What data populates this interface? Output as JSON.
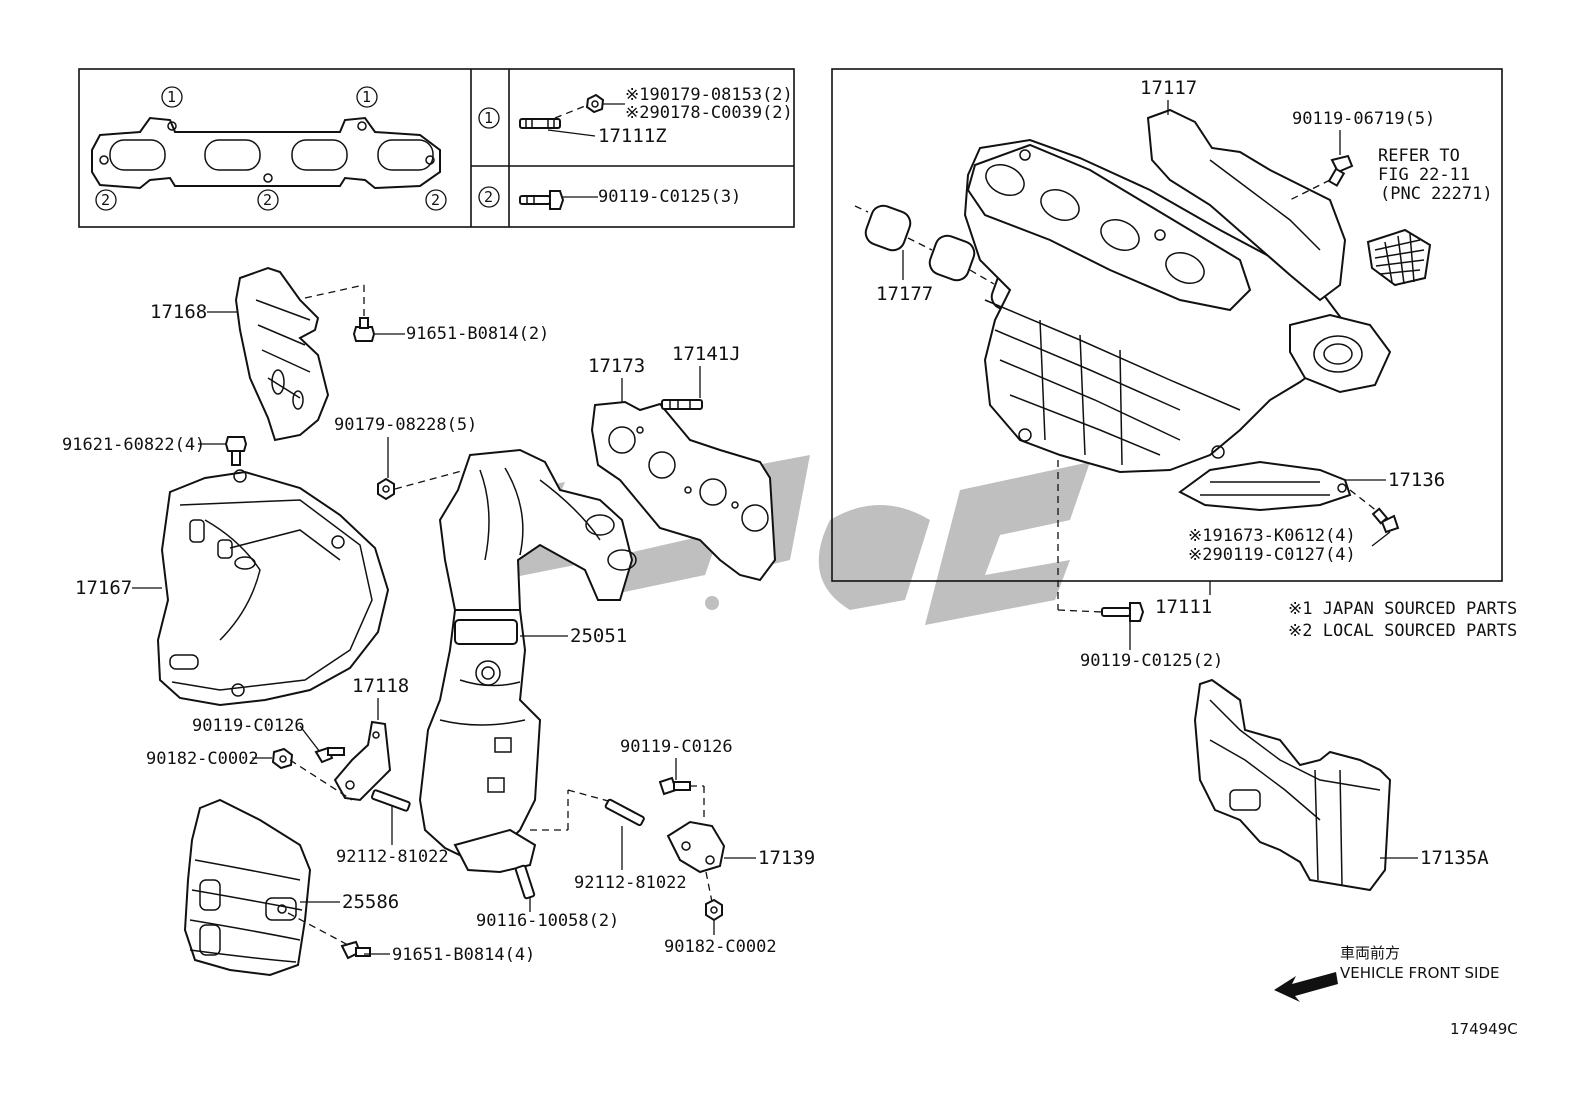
{
  "inset_table": {
    "mark_1": "1",
    "mark_2": "2",
    "row1_note_a": "※190179-08153(2)",
    "row1_note_b": "※290178-C0039(2)",
    "row1_part": "17111Z",
    "row2_part": "90119-C0125(3)"
  },
  "labels": {
    "p17168": "17168",
    "p91651_a": "91651-B0814(2)",
    "p17173": "17173",
    "p17141J": "17141J",
    "p91621": "91621-60822(4)",
    "p90179": "90179-08228(5)",
    "p17167": "17167",
    "p25051": "25051",
    "p17118": "17118",
    "p90119_c0126_a": "90119-C0126",
    "p90182_a": "90182-C0002",
    "p92112_a": "92112-81022",
    "p92112_b": "92112-81022",
    "p90119_c0126_b": "90119-C0126",
    "p17139": "17139",
    "p25586": "25586",
    "p91651_b": "91651-B0814(4)",
    "p90116": "90116-10058(2)",
    "p90182_b": "90182-C0002",
    "p17117": "17117",
    "p90119_06719": "90119-06719(5)",
    "refer_1": "REFER TO",
    "refer_2": "FIG 22-11",
    "refer_3": "(PNC 22271)",
    "p17177": "17177",
    "p17136": "17136",
    "p91673": "※191673-K0612(4)",
    "p90119_c0127": "※290119-C0127(4)",
    "p17111": "17111",
    "p90119_c0125": "90119-C0125(2)",
    "note_1": "※1 JAPAN SOURCED PARTS",
    "note_2": "※2 LOCAL SOURCED PARTS",
    "p17135A": "17135A",
    "front_jp": "車両前方",
    "front_en": "VEHICLE FRONT SIDE",
    "figure_id": "174949C"
  },
  "colors": {
    "line": "#111111",
    "watermark": "#8a8a8a",
    "background": "#ffffff"
  }
}
